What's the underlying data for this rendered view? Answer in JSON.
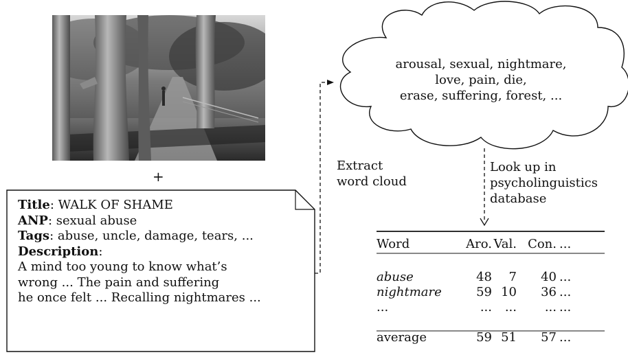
{
  "plus_sign": "+",
  "metadata_note": {
    "title_label": "Title",
    "title_value": ": WALK OF SHAME",
    "anp_label": "ANP",
    "anp_value": ": sexual abuse",
    "tags_label": "Tags",
    "tags_value": ": abuse, uncle, damage, tears, ...",
    "description_label": "Description",
    "description_colon": ":",
    "description_lines": [
      "A mind too young to know what’s",
      "wrong ... The pain and suffering",
      "he once felt ... Recalling nightmares ..."
    ]
  },
  "word_cloud": {
    "lines": [
      "arousal, sexual, nightmare,",
      "love, pain, die,",
      "erase, suffering, forest, ..."
    ]
  },
  "extract_label": [
    "Extract",
    "word cloud"
  ],
  "lookup_label": [
    "Look up in",
    "psycholinguistics",
    "database"
  ],
  "table": {
    "headers": [
      "Word",
      "Aro.",
      "Val.",
      "Con.",
      "..."
    ],
    "rows": [
      [
        "abuse",
        "48",
        "7",
        "40",
        "..."
      ],
      [
        "nightmare",
        "59",
        "10",
        "36",
        "..."
      ],
      [
        "...",
        "...",
        "...",
        "...",
        "..."
      ]
    ],
    "average": [
      "average",
      "59",
      "51",
      "57",
      "..."
    ]
  },
  "colors": {
    "line": "#111111",
    "text": "#111111",
    "background": "#ffffff"
  }
}
